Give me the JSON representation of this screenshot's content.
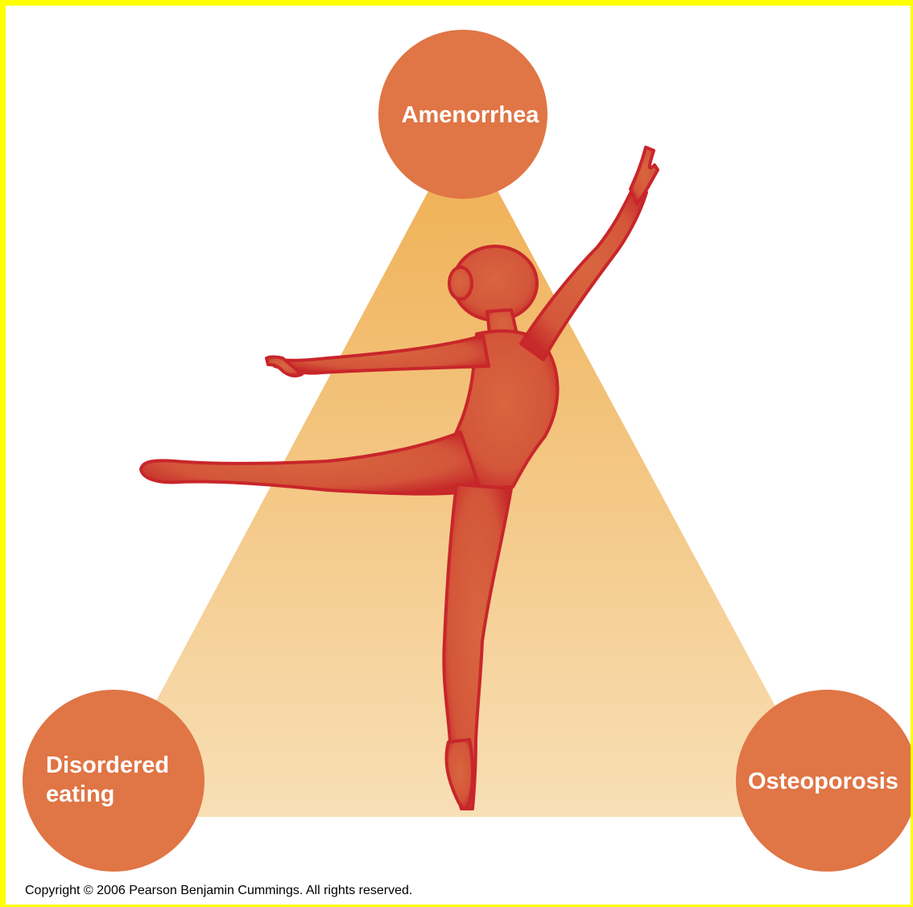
{
  "nodes": {
    "top": {
      "label": "Amenorrhea"
    },
    "bottom_left": {
      "label_line1": "Disordered",
      "label_line2": "eating"
    },
    "bottom_right": {
      "label": "Osteoporosis"
    }
  },
  "figure": {
    "icon": "ballet-dancer-silhouette"
  },
  "footer": {
    "copyright": "Copyright © 2006 Pearson Benjamin Cummings. All rights reserved."
  },
  "colors": {
    "frame": "#ffff00",
    "circle": "#e07545",
    "triangle_top": "#efb055",
    "triangle_bottom": "#f7dcb0",
    "dancer_edge": "#c8262a",
    "dancer_fill": "#d9603c"
  }
}
